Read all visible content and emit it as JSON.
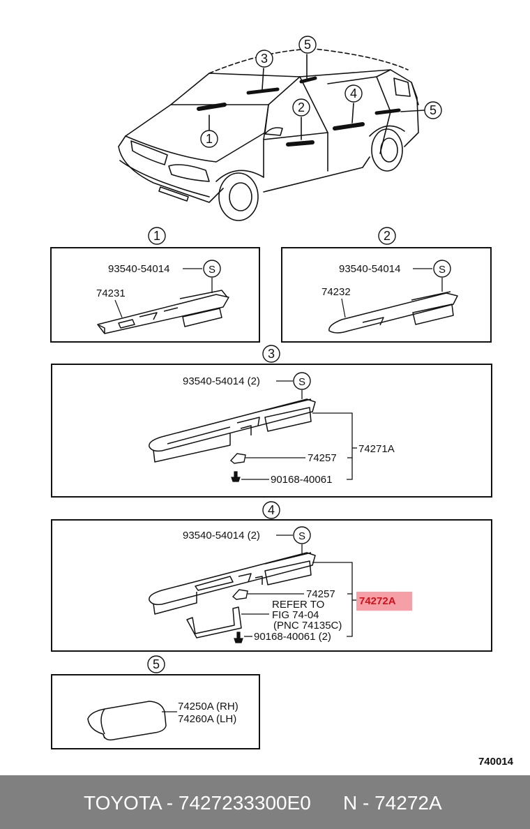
{
  "callouts": {
    "c1": "1",
    "c2": "2",
    "c3": "3",
    "c4": "4",
    "c5": "5"
  },
  "panel1": {
    "bolt_part": "93540-54014",
    "symbol": "S",
    "part": "74231"
  },
  "panel2": {
    "bolt_part": "93540-54014",
    "symbol": "S",
    "part": "74232"
  },
  "panel3": {
    "bolt_part": "93540-54014 (2)",
    "symbol": "S",
    "assembly": "74271A",
    "clip_part": "74257",
    "screw_part": "90168-40061"
  },
  "panel4": {
    "bolt_part": "93540-54014 (2)",
    "symbol": "S",
    "assembly": "74272A",
    "clip_part": "74257",
    "refer_line1": "REFER TO",
    "refer_line2": "FIG 74-04",
    "refer_line3": "(PNC 74135C)",
    "screw_part": "90168-40061 (2)"
  },
  "panel5": {
    "part_rh": "74250A (RH)",
    "part_lh": "74260A (LH)"
  },
  "figure_number": "740014",
  "highlight_color": "#f4a0a6",
  "footer": {
    "left": "TOYOTA - 7427233300E0",
    "right": "N - 74272A"
  }
}
